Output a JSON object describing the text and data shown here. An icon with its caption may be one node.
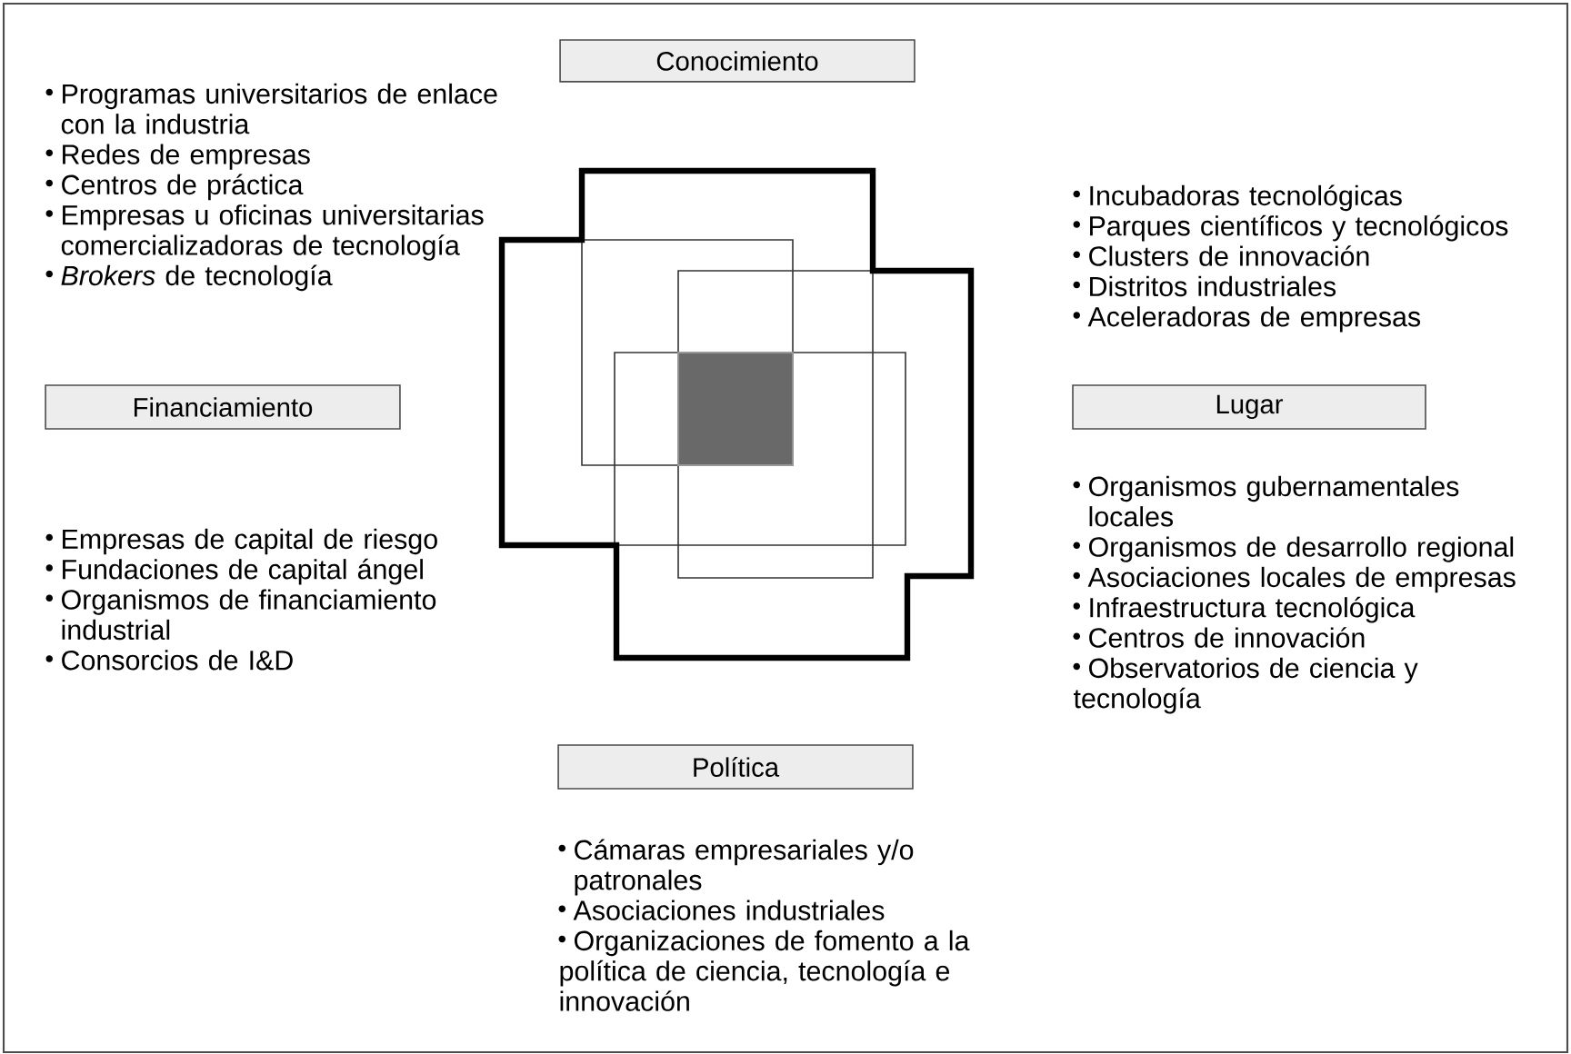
{
  "diagram": {
    "nodes": [
      {
        "text": [
          "Conocimiento"
        ]
      },
      {
        "text": [
          "Financiamiento"
        ]
      },
      {
        "text": [
          "Lugar"
        ]
      },
      {
        "text": [
          "Política"
        ]
      }
    ],
    "labels": [
      "Programas universitarios de enlace con la industria",
      "Redes de empresas",
      "Centros de práctica",
      "Empresas u oficinas universitarias comercializadoras de tecnología",
      "*Brokers* de tecnología",
      "Incubadoras tecnológicas",
      "Parques científicos y tecnológicos",
      "Clusters de innovación",
      "Distritos industriales",
      "Aceleradoras de empresas",
      "Empresas de capital de riesgo",
      "Fundaciones de capital ángel",
      "Organismos de financiamiento industrial",
      "Consorcios de I&D",
      "Organismos gubernamentales locales",
      "Organismos de desarrollo regional",
      "Asociaciones locales de empresas",
      "Infraestructura tecnológica",
      "Centros de innovación",
      "Observatorios de ciencia y tecnología",
      "Cámaras empresariales y/o patronales",
      "Asociaciones industriales",
      "Organizaciones de fomento a la política de ciencia, tecnología e innovación"
    ]
  }
}
